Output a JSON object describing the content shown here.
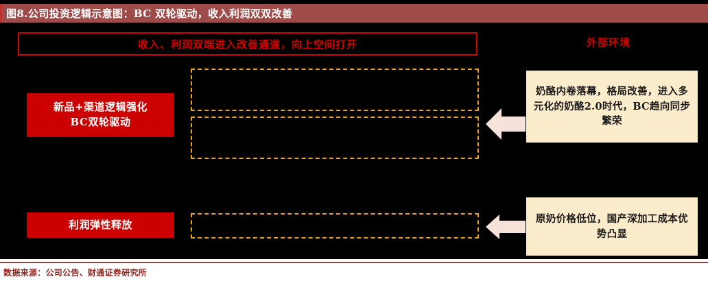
{
  "title": {
    "text": "图8.公司投资逻辑示意图：BC 双轮驱动，收入利润双双改善"
  },
  "banner": {
    "text": "收入、利润双端进入改善通道，向上空间打开"
  },
  "external_label": {
    "text": "外部环境"
  },
  "left_boxes": [
    {
      "line1": "新品+渠道逻辑强化",
      "line2": "BC双轮驱动"
    },
    {
      "line1": "利润弹性释放"
    }
  ],
  "notes": [
    {
      "text": "奶酪内卷落幕，格局改善，进入多元化的奶酪2.0时代，BC趋向同步繁荣"
    },
    {
      "text": "原奶价格低位，国产深加工成本优势凸显"
    }
  ],
  "arrows": [
    {
      "name": "arrow-left-1",
      "direction": "left"
    },
    {
      "name": "arrow-left-2",
      "direction": "left"
    }
  ],
  "footer": {
    "text": "数据来源：公司公告、财通证券研究所"
  },
  "colors": {
    "title_bar": "#9e4b49",
    "title_accent": "#c0302e",
    "red_box": "#cc0000",
    "banner_red": "#d40000",
    "dashed_gold": "#e8a317",
    "note_cream": "#fbeccb",
    "arrow_fill": "#f7e2d9",
    "canvas": "#000000",
    "footer_rule": "#8d4240",
    "footer_text": "#8d2520"
  }
}
